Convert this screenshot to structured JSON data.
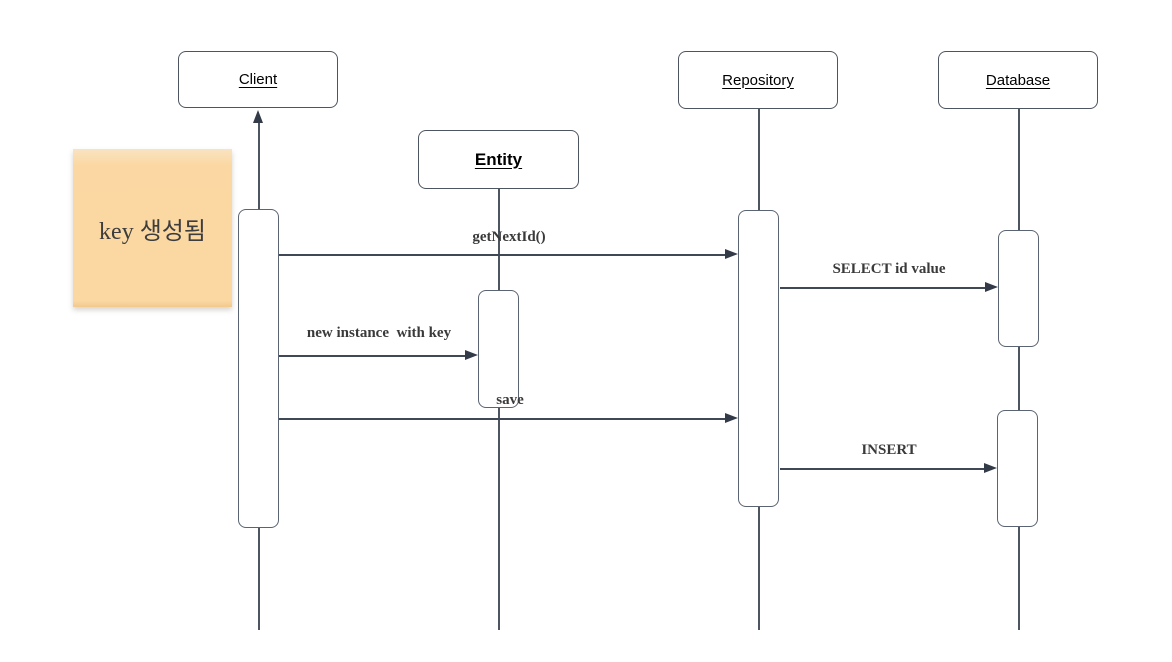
{
  "diagram": {
    "type": "uml-sequence-diagram",
    "participants": [
      {
        "id": "client",
        "label": "Client"
      },
      {
        "id": "entity",
        "label": "Entity"
      },
      {
        "id": "repository",
        "label": "Repository"
      },
      {
        "id": "database",
        "label": "Database"
      }
    ],
    "note": {
      "text": "key 생성됨"
    },
    "messages": [
      {
        "from": "client",
        "to": "repository",
        "label": "getNextId()"
      },
      {
        "from": "repository",
        "to": "database",
        "label": "SELECT id value"
      },
      {
        "from": "client",
        "to": "entity",
        "label": "new instance  with key"
      },
      {
        "from": "client",
        "to": "repository",
        "label": "save"
      },
      {
        "from": "repository",
        "to": "database",
        "label": "INSERT"
      }
    ],
    "return_arrows": [
      {
        "from": "client-activation",
        "to": "client",
        "label": ""
      }
    ],
    "colors": {
      "line": "#4d5560",
      "arrowhead": "#343b48",
      "message_text": "#3a3a3a",
      "note_fill": "#fbd7a1",
      "background": "#ffffff"
    }
  }
}
